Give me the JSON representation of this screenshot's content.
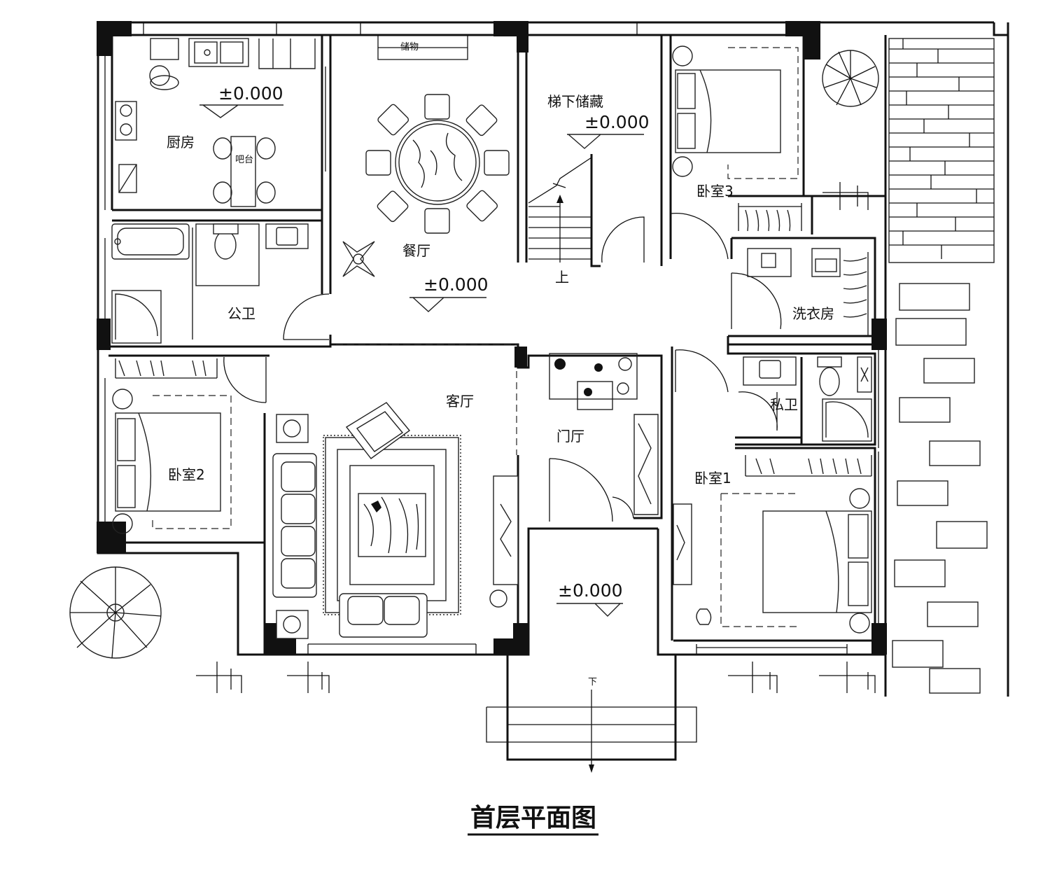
{
  "title": "首层平面图",
  "rooms": {
    "kitchen": "厨房",
    "bar": "吧台",
    "storage": "储物",
    "dining": "餐厅",
    "stair_storage": "梯下储藏",
    "public_bath": "公卫",
    "bedroom3": "卧室3",
    "laundry": "洗衣房",
    "living": "客厅",
    "foyer": "门厅",
    "private_bath": "私卫",
    "bedroom2": "卧室2",
    "bedroom1": "卧室1"
  },
  "elevations": {
    "kitchen": "±0.000",
    "stair": "±0.000",
    "dining": "±0.000",
    "entrance": "±0.000"
  },
  "stair_labels": {
    "up": "上",
    "down": "下"
  }
}
